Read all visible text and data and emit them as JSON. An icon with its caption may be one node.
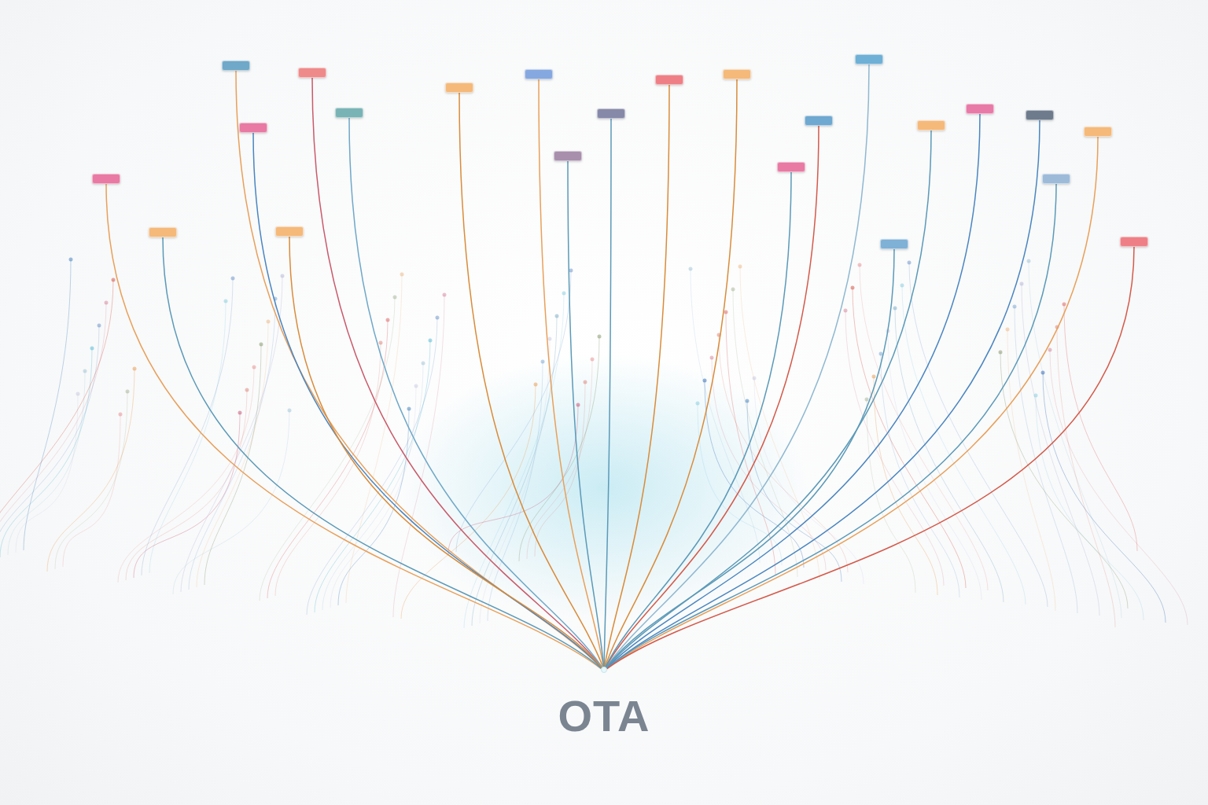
{
  "diagram": {
    "title": "OTA",
    "nodes": [
      {
        "text": [],
        "shape": "box"
      },
      {
        "text": [],
        "shape": "box"
      },
      {
        "text": [],
        "shape": "box"
      },
      {
        "text": [],
        "shape": "box"
      },
      {
        "text": [],
        "shape": "box"
      },
      {
        "text": [],
        "shape": "box"
      },
      {
        "text": [],
        "shape": "box"
      },
      {
        "text": [],
        "shape": "box"
      },
      {
        "text": [],
        "shape": "box"
      },
      {
        "text": [],
        "shape": "box"
      },
      {
        "text": [],
        "shape": "box"
      },
      {
        "text": [],
        "shape": "box"
      },
      {
        "text": [],
        "shape": "box"
      },
      {
        "text": [],
        "shape": "box"
      },
      {
        "text": [],
        "shape": "box"
      },
      {
        "text": [],
        "shape": "box"
      },
      {
        "text": [],
        "shape": "box"
      },
      {
        "text": [],
        "shape": "box"
      },
      {
        "text": [],
        "shape": "box"
      },
      {
        "text": [],
        "shape": "box"
      },
      {
        "text": [],
        "shape": "box"
      },
      {
        "text": [],
        "shape": "box"
      },
      {
        "text": [],
        "shape": "box"
      },
      {
        "text": [],
        "shape": "circle"
      }
    ],
    "edges": [
      {
        "from": 0,
        "to": 23,
        "arrow": "none",
        "color": "#8fb8d0"
      },
      {
        "from": 1,
        "to": 23,
        "arrow": "none",
        "color": "#e8a05a"
      },
      {
        "from": 2,
        "to": 23,
        "arrow": "none",
        "color": "#c95a6a"
      },
      {
        "from": 3,
        "to": 23,
        "arrow": "none",
        "color": "#e8a05a"
      },
      {
        "from": 4,
        "to": 23,
        "arrow": "none",
        "color": "#d98c3a"
      },
      {
        "from": 5,
        "to": 23,
        "arrow": "none",
        "color": "#d98c3a"
      },
      {
        "from": 6,
        "to": 23,
        "arrow": "none",
        "color": "#d98c3a"
      },
      {
        "from": 7,
        "to": 23,
        "arrow": "none",
        "color": "#4a86c0"
      },
      {
        "from": 8,
        "to": 23,
        "arrow": "none",
        "color": "#6fa8c8"
      },
      {
        "from": 9,
        "to": 23,
        "arrow": "none",
        "color": "#5b9ab8"
      },
      {
        "from": 10,
        "to": 23,
        "arrow": "none",
        "color": "#4a86c0"
      },
      {
        "from": 11,
        "to": 23,
        "arrow": "none",
        "color": "#d45a4a"
      },
      {
        "from": 12,
        "to": 23,
        "arrow": "none",
        "color": "#5b9ab8"
      },
      {
        "from": 13,
        "to": 23,
        "arrow": "none",
        "color": "#4a86c0"
      },
      {
        "from": 14,
        "to": 23,
        "arrow": "none",
        "color": "#e8a05a"
      },
      {
        "from": 15,
        "to": 23,
        "arrow": "none",
        "color": "#5b9ab8"
      },
      {
        "from": 16,
        "to": 23,
        "arrow": "none",
        "color": "#5b9ab8"
      },
      {
        "from": 17,
        "to": 23,
        "arrow": "none",
        "color": "#e8a05a"
      },
      {
        "from": 18,
        "to": 23,
        "arrow": "none",
        "color": "#5b9ab8"
      },
      {
        "from": 19,
        "to": 23,
        "arrow": "none",
        "color": "#d98c3a"
      },
      {
        "from": 20,
        "to": 23,
        "arrow": "none",
        "color": "#5b9ab8"
      },
      {
        "from": 21,
        "to": 23,
        "arrow": "none",
        "color": "#5b9ab8"
      },
      {
        "from": 22,
        "to": 23,
        "arrow": "none",
        "color": "#d45a4a"
      }
    ]
  }
}
